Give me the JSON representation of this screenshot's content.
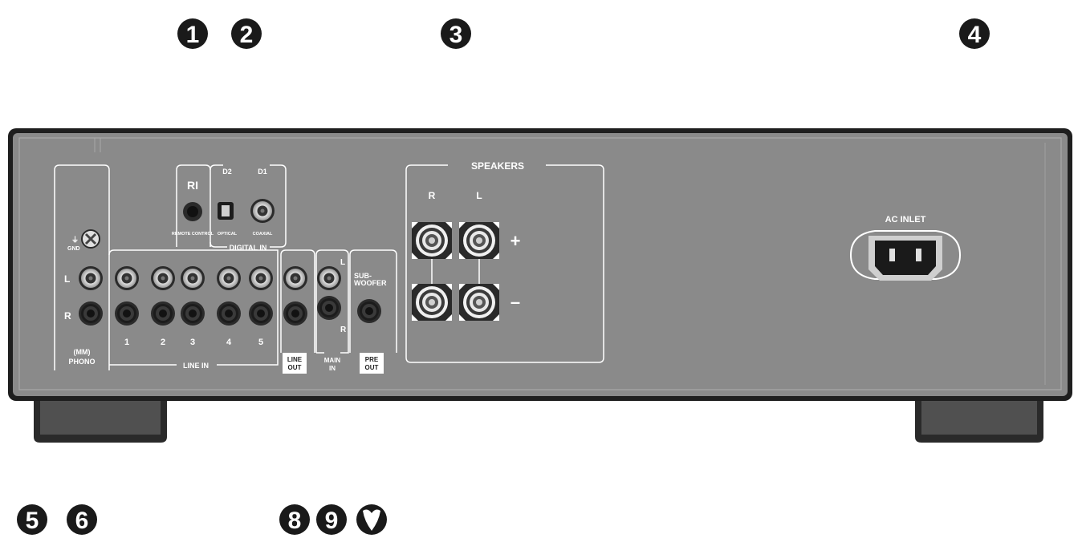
{
  "callouts": {
    "n1": "1",
    "n2": "2",
    "n3": "3",
    "n4": "4",
    "n5": "5",
    "n6": "6",
    "n8": "8",
    "n9": "9"
  },
  "labels": {
    "ri": "RI",
    "remote_control": "REMOTE CONTROL",
    "d2": "D2",
    "d1": "D1",
    "optical": "OPTICAL",
    "coaxial": "COAXIAL",
    "digital_in": "DIGITAL IN",
    "speakers": "SPEAKERS",
    "speaker_r": "R",
    "speaker_l": "L",
    "plus": "+",
    "minus": "–",
    "ac_inlet": "AC INLET",
    "gnd": "GND",
    "row_l": "L",
    "row_r": "R",
    "phono_mm": "(MM)",
    "phono": "PHONO",
    "line_in": "LINE IN",
    "line_in_1": "1",
    "line_in_2": "2",
    "line_in_3": "3",
    "line_in_4": "4",
    "line_in_5": "5",
    "line_out_1": "LINE",
    "line_out_2": "OUT",
    "main_in_l": "L",
    "main_in_r": "R",
    "main_in_1": "MAIN",
    "main_in_2": "IN",
    "subwoofer_1": "SUB-",
    "subwoofer_2": "WOOFER",
    "pre_out_1": "PRE",
    "pre_out_2": "OUT"
  },
  "colors": {
    "panel": "#8c8c8c",
    "frame": "#2a2a2a",
    "foot": "#3a3a3a",
    "callout": "#1a1a1a",
    "jack": "#1f1f1f",
    "silver": "#e6e6e6"
  }
}
